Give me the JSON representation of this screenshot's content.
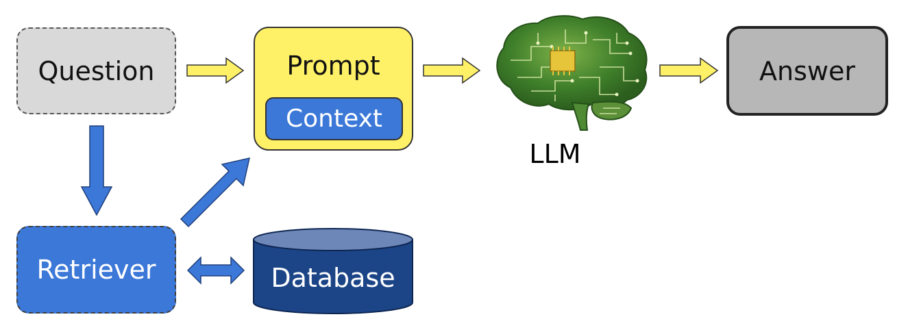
{
  "nodes": {
    "question": "Question",
    "prompt": "Prompt",
    "context": "Context",
    "llm": "LLM",
    "answer": "Answer",
    "retriever": "Retriever",
    "database": "Database"
  },
  "icons": {
    "llm": "brain-circuit-icon",
    "database": "database-cylinder-icon"
  },
  "colors": {
    "flow_arrow": "#fff167",
    "retrieval_arrow": "#3c78d8",
    "question_box": "#d9d9d9",
    "prompt_box": "#fff167",
    "context_box": "#3c78d8",
    "retriever_box": "#3c78d8",
    "answer_box": "#b7b7b7",
    "database_body": "#1c4587",
    "database_top": "#6d87b8",
    "brain_green": "#3a7a28"
  }
}
